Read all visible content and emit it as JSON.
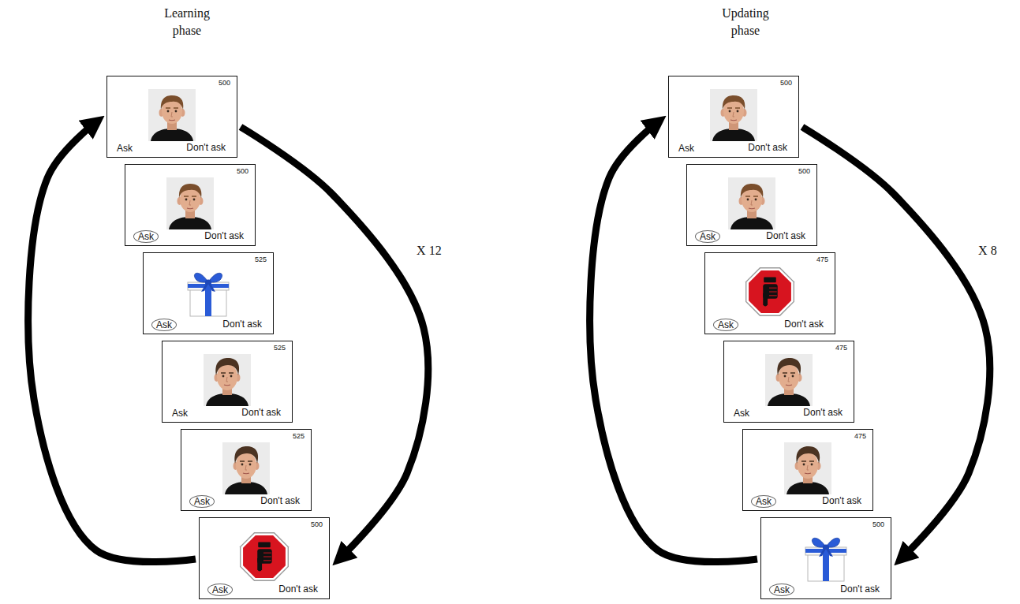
{
  "diagram": {
    "nodes": [
      {
        "text": [
          "500",
          "Ask",
          "Don't ask"
        ]
      },
      {
        "text": [
          "500",
          "Ask",
          "Don't ask"
        ]
      },
      {
        "text": [
          "525",
          "Ask",
          "Don't ask"
        ]
      },
      {
        "text": [
          "525",
          "Ask",
          "Don't ask"
        ]
      },
      {
        "text": [
          "525",
          "Ask",
          "Don't ask"
        ]
      },
      {
        "text": [
          "500",
          "Ask",
          "Don't ask"
        ]
      },
      {
        "text": [
          "500",
          "Ask",
          "Don't ask"
        ]
      },
      {
        "text": [
          "500",
          "Ask",
          "Don't ask"
        ]
      },
      {
        "text": [
          "475",
          "Ask",
          "Don't ask"
        ]
      },
      {
        "text": [
          "475",
          "Ask",
          "Don't ask"
        ]
      },
      {
        "text": [
          "475",
          "Ask",
          "Don't ask"
        ]
      },
      {
        "text": [
          "500",
          "Ask",
          "Don't ask"
        ]
      }
    ],
    "edges": [
      {
        "from": 0,
        "to": 5,
        "arrow": "to",
        "label": "X 12"
      },
      {
        "from": 5,
        "to": 0,
        "arrow": "to"
      },
      {
        "from": 6,
        "to": 11,
        "arrow": "to",
        "label": "X 8"
      },
      {
        "from": 11,
        "to": 6,
        "arrow": "to"
      }
    ],
    "labels": [
      "Learning phase",
      "Updating phase"
    ]
  }
}
